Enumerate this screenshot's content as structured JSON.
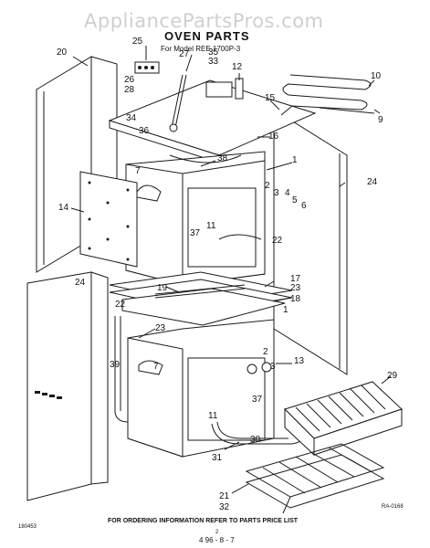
{
  "watermark": "AppliancePartsPros.com",
  "title": "OVEN PARTS",
  "subtitle": "For Model REE 1700P-3",
  "callouts": {
    "c1a": "1",
    "c1b": "1",
    "c2a": "2",
    "c2b": "2",
    "c3a": "3",
    "c3b": "3",
    "c4": "4",
    "c5": "5",
    "c6": "6",
    "c7a": "7",
    "c7b": "7",
    "c9": "9",
    "c10": "10",
    "c11a": "11",
    "c11b": "11",
    "c12": "12",
    "c13": "13",
    "c14": "14",
    "c15": "15",
    "c16": "16",
    "c17": "17",
    "c18": "18",
    "c19": "19",
    "c20": "20",
    "c21": "21",
    "c22a": "22",
    "c22b": "22",
    "c23a": "23",
    "c23b": "23",
    "c24a": "24",
    "c24b": "24",
    "c25": "25",
    "c26": "26",
    "c27": "27",
    "c28": "28",
    "c29": "29",
    "c30": "30",
    "c31": "31",
    "c32": "32",
    "c33": "33",
    "c34": "34",
    "c35": "35",
    "c36": "36",
    "c37a": "37",
    "c37b": "37",
    "c38": "38",
    "c39": "39"
  },
  "drawing_code": "RA-0168",
  "doc_code": "180453",
  "footer": "FOR ORDERING INFORMATION REFER TO PARTS PRICE LIST",
  "page_number": "2",
  "handwritten_date": "4 96 - 8 - 7"
}
